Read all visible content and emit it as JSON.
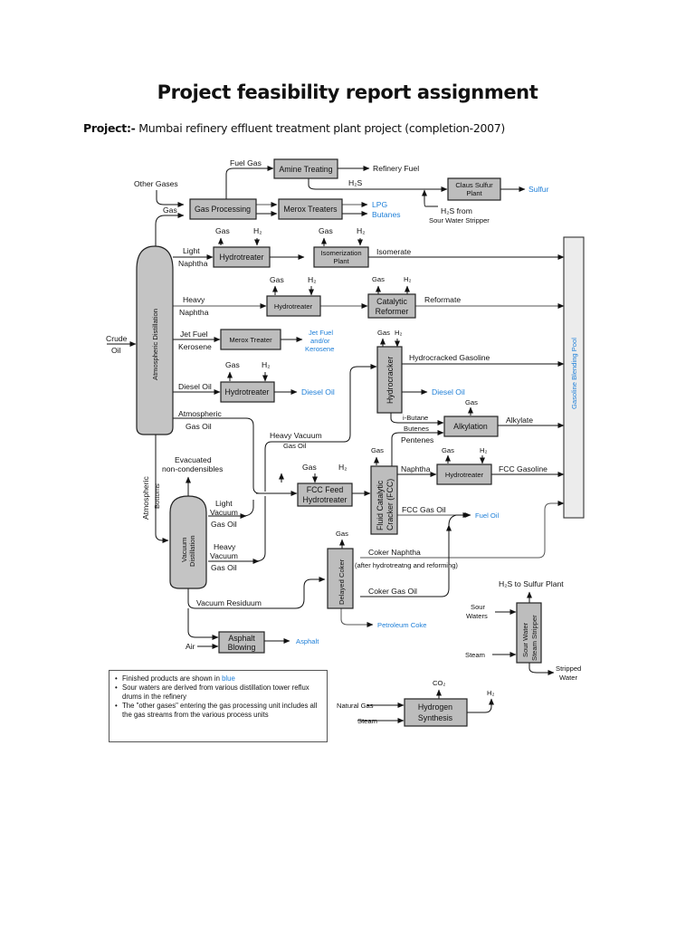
{
  "document": {
    "title": "Project feasibility report assignment",
    "project_label": "Project:-",
    "project_text": " Mumbai refinery effluent treatment plant project  (completion-2007)"
  },
  "colors": {
    "finished_product": "#1e7fd8",
    "process_unit_fill": "#bdbdbd",
    "blending_pool_fill": "#ececec"
  },
  "units": {
    "amine_treating": "Amine Treating",
    "gas_processing": "Gas Processing",
    "merox_treaters": "Merox Treaters",
    "claus_line1": "Claus Sulfur",
    "claus_line2": "Plant",
    "hydrotreater": "Hydrotreater",
    "isomerization_line1": "Isomerization",
    "isomerization_line2": "Plant",
    "catalytic_reformer_line1": "Catalytic",
    "catalytic_reformer_line2": "Reformer",
    "merox_treater": "Merox Treater",
    "hydrocracker": "Hydrocracker",
    "alkylation": "Alkylation",
    "fcc_feed_line1": "FCC Feed",
    "fcc_feed_line2": "Hydrotreater",
    "fcc_line1": "Fluid Catalytic",
    "fcc_line2": "Cracker (FCC)",
    "delayed_coker": "Delayed Coker",
    "asphalt_line1": "Asphalt",
    "asphalt_line2": "Blowing",
    "sour_water_line1": "Sour Water",
    "sour_water_line2": "Steam Stripper",
    "hydrogen_line1": "Hydrogen",
    "hydrogen_line2": "Synthesis",
    "atmospheric_distillation": "Atmospheric Distillation",
    "vacuum_line1": "Vacuum",
    "vacuum_line2": "Distillation",
    "gasoline_pool": "Gasoline Blending Pool"
  },
  "streams": {
    "fuel_gas": "Fuel  Gas",
    "other_gases": "Other Gases",
    "gas": "Gas",
    "h2": "H₂",
    "h2s": "H₂S",
    "refinery_fuel": "Refinery Fuel",
    "h2s_from": "H₂S from",
    "sour_water_stripper": "Sour Water Stripper",
    "light": "Light",
    "naphtha": "Naphtha",
    "isomerate": "Isomerate",
    "heavy": "Heavy",
    "reformate": "Reformate",
    "crude": "Crude",
    "oil": "Oil",
    "jet_fuel": "Jet Fuel",
    "kerosene": "Kerosene",
    "diesel_oil": "Diesel Oil",
    "hydrocracked_gasoline": "Hydrocracked Gasoline",
    "atmospheric": "Atmospheric",
    "gas_oil": "Gas Oil",
    "heavy_vacuum": "Heavy Vacuum",
    "i_butane": "i-Butane",
    "butenes": "Butenes",
    "pentenes": "Pentenes",
    "alkylate": "Alkylate",
    "evacuated": "Evacuated",
    "non_condensibles": "non-condensibles",
    "atmospheric_bottoms_1": "Atmospheric",
    "atmospheric_bottoms_2": "Bottoms",
    "vacuum": "Vacuum",
    "fcc_gasoline": "FCC Gasoline",
    "fcc_gas_oil": "FCC Gas Oil",
    "coker_naphtha": "Coker Naphtha",
    "after_hydrotreating": "(after hydrotreatng and reforming)",
    "coker_gas_oil": "Coker Gas Oil",
    "vacuum_residuum": "Vacuum Residuum",
    "air": "Air",
    "h2s_to_sulfur": "H₂S to Sulfur Plant",
    "sour": "Sour",
    "waters": "Waters",
    "steam": "Steam",
    "stripped": "Stripped",
    "water": "Water",
    "natural_gas": "Natural Gas",
    "co2": "CO₂"
  },
  "products": {
    "sulfur": "Sulfur",
    "lpg": "LPG",
    "butanes": "Butanes",
    "jet_fuel_1": "Jet Fuel",
    "jet_fuel_2": "and/or",
    "jet_fuel_3": "Kerosene",
    "diesel_oil": "Diesel Oil",
    "fuel_oil": "Fuel Oil",
    "petroleum_coke": "Petroleum Coke",
    "asphalt": "Asphalt"
  },
  "notes": {
    "item1_text": "Finished products are shown in ",
    "item1_highlight": "blue",
    "item2": "Sour waters are derived from various distillation tower reflux drums in the refinery",
    "item3": "The \"other gases\" entering the gas processing unit includes all the gas streams from the various process units"
  }
}
